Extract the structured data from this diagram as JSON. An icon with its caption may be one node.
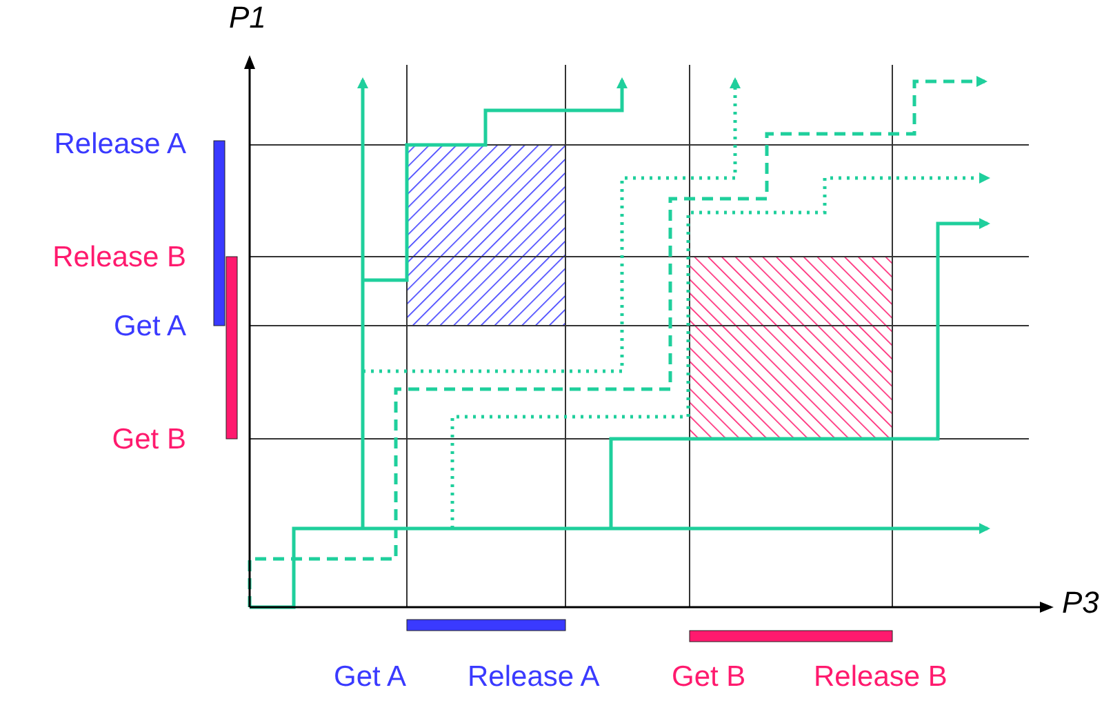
{
  "diagram": {
    "labels": [
      "P1",
      "Release A",
      "Release B",
      "Get A",
      "Get B",
      "P3",
      "Get A",
      "Release A",
      "Get B",
      "Release B"
    ]
  }
}
